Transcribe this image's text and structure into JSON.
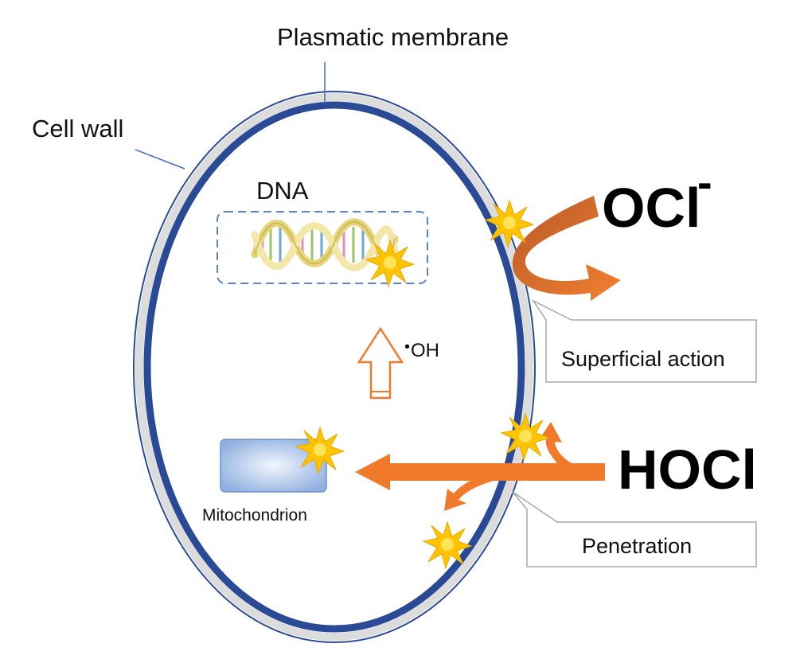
{
  "labels": {
    "plasmatic_membrane": "Plasmatic membrane",
    "cell_wall": "Cell wall",
    "dna": "DNA",
    "hydroxyl_dot": "•",
    "hydroxyl": "OH",
    "mitochondrion": "Mitochondrion",
    "ocl": "OCl",
    "ocl_charge": "-",
    "hocl": "HOCl",
    "superficial_action": "Superficial action",
    "penetration": "Penetration"
  },
  "colors": {
    "membrane": "#2a4a96",
    "wall": "#dcdcdc",
    "ocl_arrow": "#c8642c",
    "hocl_arrow": "#f07a2a",
    "burst": "#ffcc00",
    "burst_core": "#ffe25a",
    "dna_box": "#5a82c8",
    "mito": "#a8c0e8"
  },
  "icons": [
    "burst-icon",
    "dna-helix-icon",
    "up-arrow-icon"
  ]
}
